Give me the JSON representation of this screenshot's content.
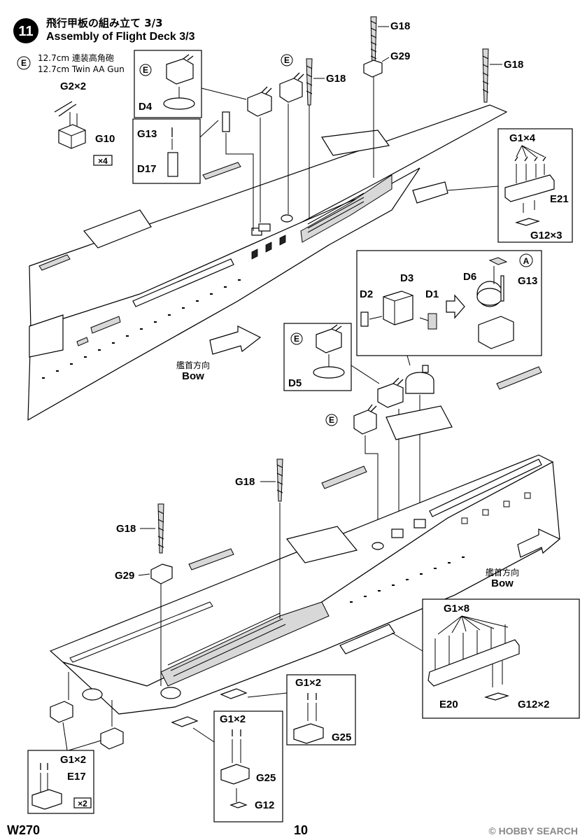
{
  "step": {
    "number": "11",
    "title_jp": "飛行甲板の組み立て 3/3",
    "title_en": "Assembly of Flight Deck 3/3"
  },
  "legend": {
    "marker": "E",
    "jp": "12.7cm 連装高角砲",
    "en": "12.7cm Twin AA Gun"
  },
  "labels": {
    "g2x2": "G2×2",
    "g10": "G10",
    "x4": "×4",
    "d4": "D4",
    "e": "E",
    "a": "A",
    "g13": "G13",
    "d17": "D17",
    "g18": "G18",
    "g29": "G29",
    "g1x4": "G1×4",
    "e21": "E21",
    "g12x3": "G12×3",
    "d2": "D2",
    "d3": "D3",
    "d1": "D1",
    "d6": "D6",
    "d5": "D5",
    "bow_jp": "艦首方向",
    "bow_en": "Bow",
    "g1x8": "G1×8",
    "e20": "E20",
    "g12x2": "G12×2",
    "g1x2": "G1×2",
    "g25": "G25",
    "g12": "G12",
    "e17": "E17",
    "x2": "×2"
  },
  "footer": {
    "code": "W270",
    "page": "10",
    "watermark": "© HOBBY SEARCH"
  }
}
